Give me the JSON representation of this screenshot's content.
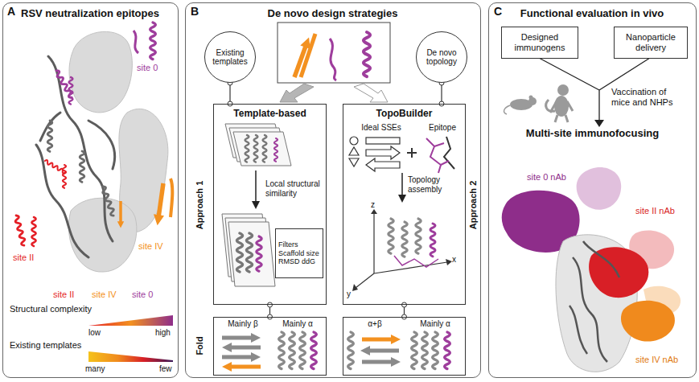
{
  "diagram": {
    "nodes": [
      {
        "text": [
          "RSV neutralization epitopes"
        ]
      },
      {
        "text": [
          "De novo design strategies"
        ]
      },
      {
        "text": [
          "Existing templates"
        ],
        "in": 1
      },
      {
        "text": [
          "De novo topology"
        ],
        "in": 1
      },
      {
        "text": [
          "Template-based",
          "Local structural similarity"
        ],
        "in": 1
      },
      {
        "text": [
          "Filters Scaffold size RMSD ddG"
        ],
        "in": 4
      },
      {
        "text": [
          "TopoBuilder",
          "Ideal SSEs",
          "Epitope",
          "Topology assembly"
        ],
        "in": 1
      },
      {
        "text": [
          "Mainly β",
          "Mainly α"
        ],
        "in": 1
      },
      {
        "text": [
          "α+β",
          "Mainly α"
        ],
        "in": 1
      },
      {
        "text": [
          "Functional evaluation in vivo"
        ]
      },
      {
        "text": [
          "Designed immunogens"
        ],
        "in": 9
      },
      {
        "text": [
          "Nanoparticle delivery"
        ],
        "in": 9
      }
    ],
    "edges": [
      {
        "from": 2,
        "to": 4,
        "arrow": "none"
      },
      {
        "from": 3,
        "to": 6,
        "arrow": "none"
      },
      {
        "from": 4,
        "to": 7,
        "arrow": "none"
      },
      {
        "from": 6,
        "to": 8,
        "arrow": "none"
      }
    ],
    "labels": [
      "A",
      "site 0",
      "site II",
      "site IV",
      "site II",
      "site IV",
      "site 0",
      "Structural complexity",
      "low",
      "high",
      "Existing templates",
      "many",
      "few",
      "B",
      "Approach 1",
      "Approach 2",
      "z",
      "x",
      "y",
      "Fold",
      "C",
      "Vaccination of mice and NHPs",
      "Multi-site immunofocusing",
      "site 0 nAb",
      "site II nAb",
      "site IV nAb"
    ]
  }
}
